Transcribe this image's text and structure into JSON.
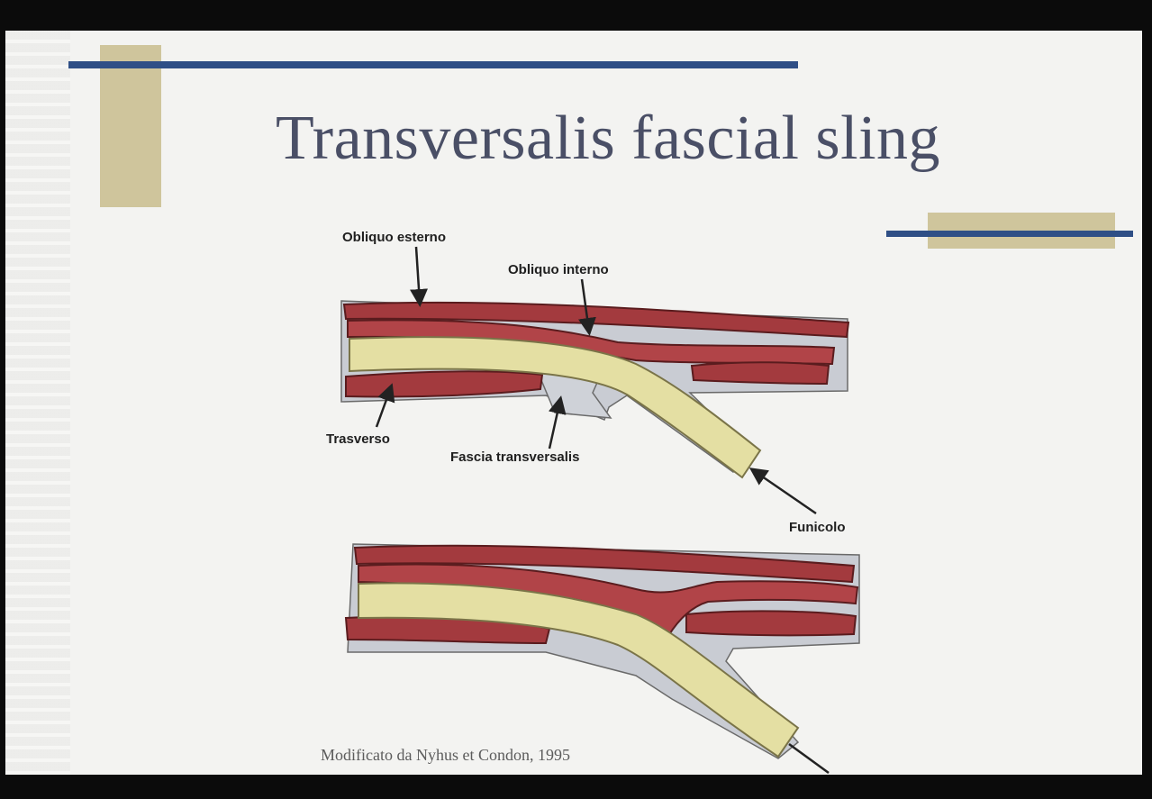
{
  "slide": {
    "title": "Transversalis fascial sling",
    "caption": "Modificato da Nyhus et Condon, 1995"
  },
  "diagram": {
    "labels": {
      "obliquo_esterno": "Obliquo esterno",
      "obliquo_interno": "Obliquo interno",
      "trasverso": "Trasverso",
      "fascia_transversalis": "Fascia transversalis",
      "funicolo": "Funicolo"
    }
  },
  "colors": {
    "muscle": "#a33a3e",
    "muscle_edge": "#5a1c1e",
    "cord": "#e4dfa3",
    "fascia": "#cfd2d8",
    "accent_blue": "#2f4f86",
    "accent_tan": "#cfc59c"
  }
}
